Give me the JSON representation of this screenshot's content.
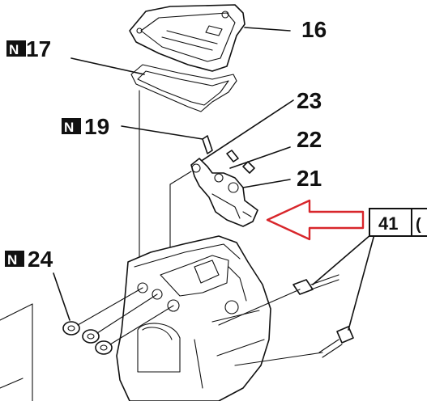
{
  "callouts": [
    {
      "id": "p16",
      "label": "16",
      "badge": ""
    },
    {
      "id": "p17",
      "label": "17",
      "badge": "N"
    },
    {
      "id": "p19",
      "label": "19",
      "badge": "N"
    },
    {
      "id": "p23",
      "label": "23",
      "badge": ""
    },
    {
      "id": "p22",
      "label": "22",
      "badge": ""
    },
    {
      "id": "p21",
      "label": "21",
      "badge": ""
    },
    {
      "id": "p24",
      "label": "24",
      "badge": "N"
    }
  ],
  "reference_box": {
    "number": "41",
    "cut_text": "("
  },
  "colors": {
    "arrow": "#d8262b",
    "ink": "#111111",
    "badge_bg": "#111111"
  }
}
